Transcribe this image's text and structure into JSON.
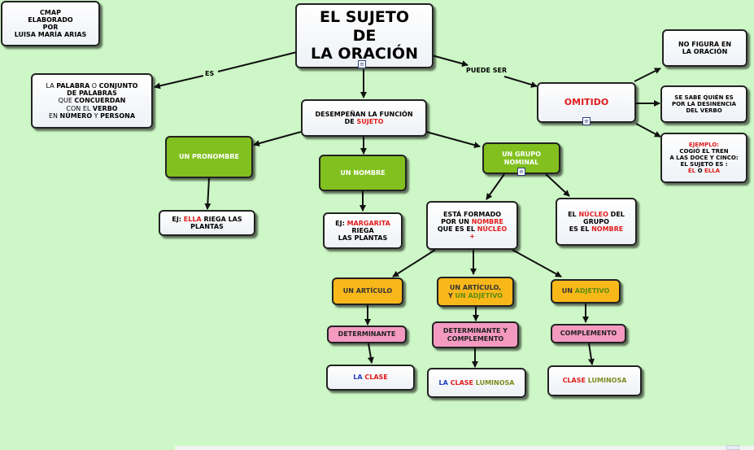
{
  "credit": {
    "line1": "CMAP",
    "line2": "ELABORADO",
    "line3": "POR",
    "line4": "LUISA MARÍA ARIAS"
  },
  "title": {
    "line1": "EL SUJETO",
    "line2": "DE",
    "line3": "LA ORACIÓN"
  },
  "labels": {
    "es": "ES",
    "puede_ser": "PUEDE SER"
  },
  "definition": {
    "p1": "LA ",
    "p2": "PALABRA",
    "p3": " O ",
    "p4": "CONJUNTO",
    "p5": "DE PALABRAS",
    "p6": "QUE ",
    "p7": "CONCUERDAN",
    "p8": "CON EL ",
    "p9": "VERBO",
    "p10": "EN ",
    "p11": "NÚMERO",
    "p12": " Y ",
    "p13": "PERSONA"
  },
  "function": {
    "line1": "DESEMPEÑAN LA FUNCIÓN",
    "line2a": "DE ",
    "line2b": "SUJETO"
  },
  "omitido": "OMITIDO",
  "no_figura": {
    "line1": "NO FIGURA EN",
    "line2": "LA ORACIÓN"
  },
  "sabe_quien": {
    "line1": "SE SABE QUIÉN ES",
    "line2": "POR LA DESINENCIA",
    "line3": "DEL VERBO"
  },
  "ejemplo": {
    "line1": "EJEMPLO:",
    "line2": "COGIÓ EL TREN",
    "line3": "A LAS DOCE Y CINCO:",
    "line4": "EL SUJETO ES :",
    "line5a": "ÉL",
    "line5b": " O ",
    "line5c": "ELLA"
  },
  "pronombre": "UN PRONOMBRE",
  "nombre": "UN NOMBRE",
  "grupo_nominal": {
    "line1": "UN GRUPO",
    "line2": "NOMINAL"
  },
  "ej_ella": {
    "a": "EJ: ",
    "b": "ELLA",
    "c": " RIEGA LAS",
    "d": "PLANTAS"
  },
  "ej_margarita": {
    "a": "EJ: ",
    "b": "MARGARITA",
    "c": "RIEGA",
    "d": "LAS PLANTAS"
  },
  "esta_formado": {
    "l1": "ESTÁ FORMADO",
    "l2a": "POR UN ",
    "l2b": "NOMBRE",
    "l3a": "QUE ES EL ",
    "l3b": "NÚCLEO",
    "l4": "+"
  },
  "nucleo_grupo": {
    "l1a": "EL ",
    "l1b": "NÚCLEO",
    "l1c": " DEL",
    "l2": "GRUPO",
    "l3a": "ES EL ",
    "l3b": "NOMBRE"
  },
  "articulo": "UN ARTÍCULO",
  "articulo_adjetivo": {
    "l1": "UN ARTÍCULO,",
    "l2a": "Y ",
    "l2b": "UN ADJETIVO"
  },
  "adjetivo": {
    "a": "UN ",
    "b": "ADJETIVO"
  },
  "determinante": "DETERMINANTE",
  "det_complemento": {
    "l1": "DETERMINANTE Y",
    "l2": "COMPLEMENTO"
  },
  "complemento": "COMPLEMENTO",
  "la_clase": {
    "a": "LA ",
    "b": "CLASE"
  },
  "la_clase_luminosa": {
    "a": "LA ",
    "b": "CLASE ",
    "c": "LUMINOSA"
  },
  "clase_luminosa": {
    "a": "CLASE ",
    "b": "LUMINOSA"
  },
  "colors": {
    "background": "#cdf7c6",
    "green_node": "#82c01f",
    "orange_node": "#f8b81a",
    "pink_node": "#f49ac1",
    "red_text": "#e01b1b",
    "blue_text": "#1f3fbf"
  }
}
